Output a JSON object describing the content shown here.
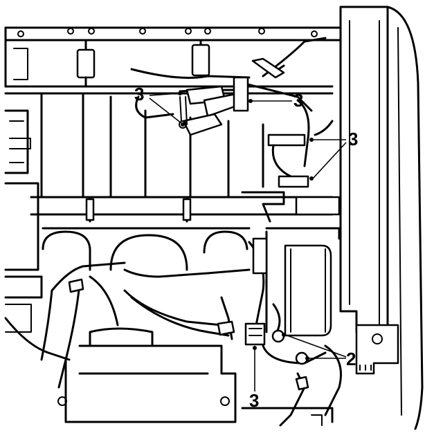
{
  "callouts": {
    "c1": "3",
    "c2": "3",
    "c3": "3",
    "c4": "2",
    "c5": "3"
  }
}
